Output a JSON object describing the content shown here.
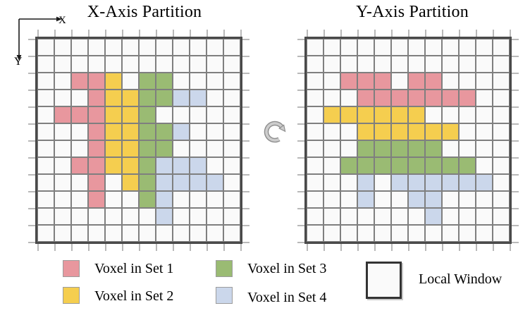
{
  "titles": {
    "left": "X-Axis Partition",
    "right": "Y-Axis Partition"
  },
  "axis_indicator": {
    "x_label": "X",
    "y_label": "Y"
  },
  "icons": {
    "rotate": "rotate-clockwise"
  },
  "colors": {
    "set1": "#E8979E",
    "set2": "#F5CE4F",
    "set3": "#9ABB73",
    "set4": "#CBD7EB",
    "empty": "#FAFAFA",
    "grid_line": "#7F7F7F",
    "window_border": "#4A4A4A"
  },
  "cell_codes": {
    "1": "set1",
    "2": "set2",
    "3": "set3",
    "4": "set4",
    ".": "empty"
  },
  "grids": {
    "left": {
      "name": "x-axis-partition",
      "rows": [
        "............",
        "............",
        "..112.33....",
        "...1223344..",
        ".111223.....",
        "...122334...",
        "...12233....",
        "..11223444..",
        "...1.234444.",
        "...1..34....",
        ".......4....",
        "............"
      ]
    },
    "right": {
      "name": "y-axis-partition",
      "rows": [
        "............",
        "............",
        "..111.11....",
        "...1111111..",
        ".222222.....",
        "...222222...",
        "...33333....",
        "..33333333..",
        "...4.444444.",
        "...4..44....",
        ".......4....",
        "............"
      ]
    }
  },
  "legend": {
    "items": [
      {
        "set": "set1",
        "label": "Voxel in Set 1"
      },
      {
        "set": "set2",
        "label": "Voxel in Set 2"
      },
      {
        "set": "set3",
        "label": "Voxel in Set 3"
      },
      {
        "set": "set4",
        "label": "Voxel in Set 4"
      }
    ],
    "window_label": "Local Window"
  }
}
